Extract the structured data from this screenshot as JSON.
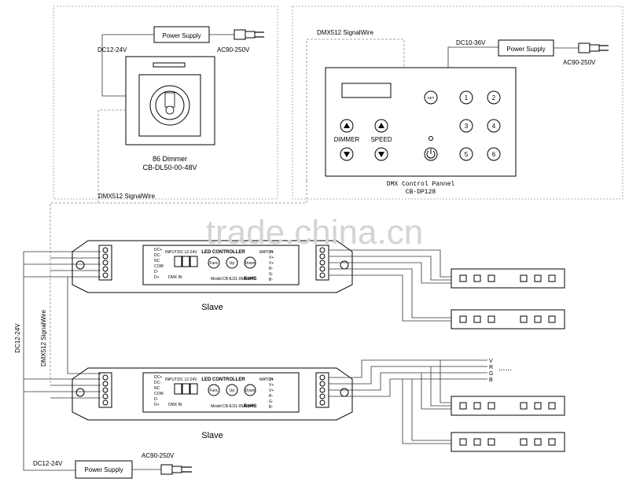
{
  "dimmer_section": {
    "power_supply": "Power Supply",
    "dc_label": "DC12-24V",
    "ac_label": "AC90-250V",
    "dimmer_title": "86 Dimmer",
    "dimmer_model": "CB-DL50-00-48V"
  },
  "panel_section": {
    "signal_label": "DMX512 SignalWire",
    "dc_label": "DC10-36V",
    "power_supply": "Power Supply",
    "ac_label": "AC90-250V",
    "dimmer_btn": "DIMMER",
    "speed_btn": "SPEED",
    "set_btn": "SET",
    "num_keys": [
      "1",
      "2",
      "3",
      "4",
      "5",
      "6"
    ],
    "panel_title": "DMX Control Pannel",
    "panel_model": "CB-DP128"
  },
  "bus": {
    "signal_label": "DMX512 SignalWire",
    "vertical_signal": "DMX512 SignalWire",
    "vertical_dc": "DC12-24V"
  },
  "controller_1": {
    "title": "LED CONTROLLER",
    "model": "Model:CB-8J11-05A-24V",
    "func": "Func",
    "up": "Up",
    "down": "Down",
    "rohs": "RoHS",
    "input": "INPUT:DC 12-24V",
    "dmx_in": "DMX IN",
    "out": "MATCH",
    "left_terms": [
      "DC+",
      "DC-",
      "NC",
      "COM",
      "D-",
      "D+"
    ],
    "right_terms": [
      "V+",
      "V+",
      "V+",
      "R-",
      "G-",
      "B-"
    ],
    "caption": "Slave"
  },
  "controller_2": {
    "title": "LED CONTROLLER",
    "model": "Model:CB-8J11-05A-24V",
    "func": "Func",
    "up": "Up",
    "down": "Down",
    "rohs": "RoHS",
    "input": "INPUT:DC 12-24V",
    "dmx_in": "DMX IN",
    "out": "MATCH",
    "left_terms": [
      "DC+",
      "DC-",
      "NC",
      "COM",
      "D-",
      "D+"
    ],
    "right_terms": [
      "V+",
      "V+",
      "V+",
      "R-",
      "G-",
      "B-"
    ],
    "caption": "Slave"
  },
  "rgb_labels": [
    "V",
    "R",
    "G",
    "B"
  ],
  "dots": "......",
  "bottom_supply": {
    "dc_label": "DC12-24V",
    "power_supply": "Power Supply",
    "ac_label": "AC90-250V"
  },
  "watermark": "trade.china.cn"
}
